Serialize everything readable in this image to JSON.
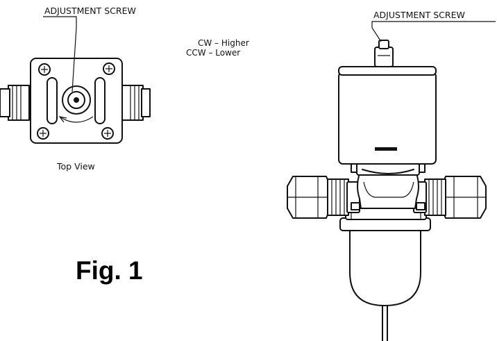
{
  "labels": {
    "left_callout": "ADJUSTMENT SCREW",
    "right_callout": "ADJUSTMENT SCREW",
    "direction_cw": "CW – Higher",
    "direction_ccw": "CCW – Lower",
    "top_view_caption": "Top View",
    "figure_label": "Fig. 1"
  },
  "colors": {
    "ink": "#111111",
    "background": "#ffffff"
  }
}
